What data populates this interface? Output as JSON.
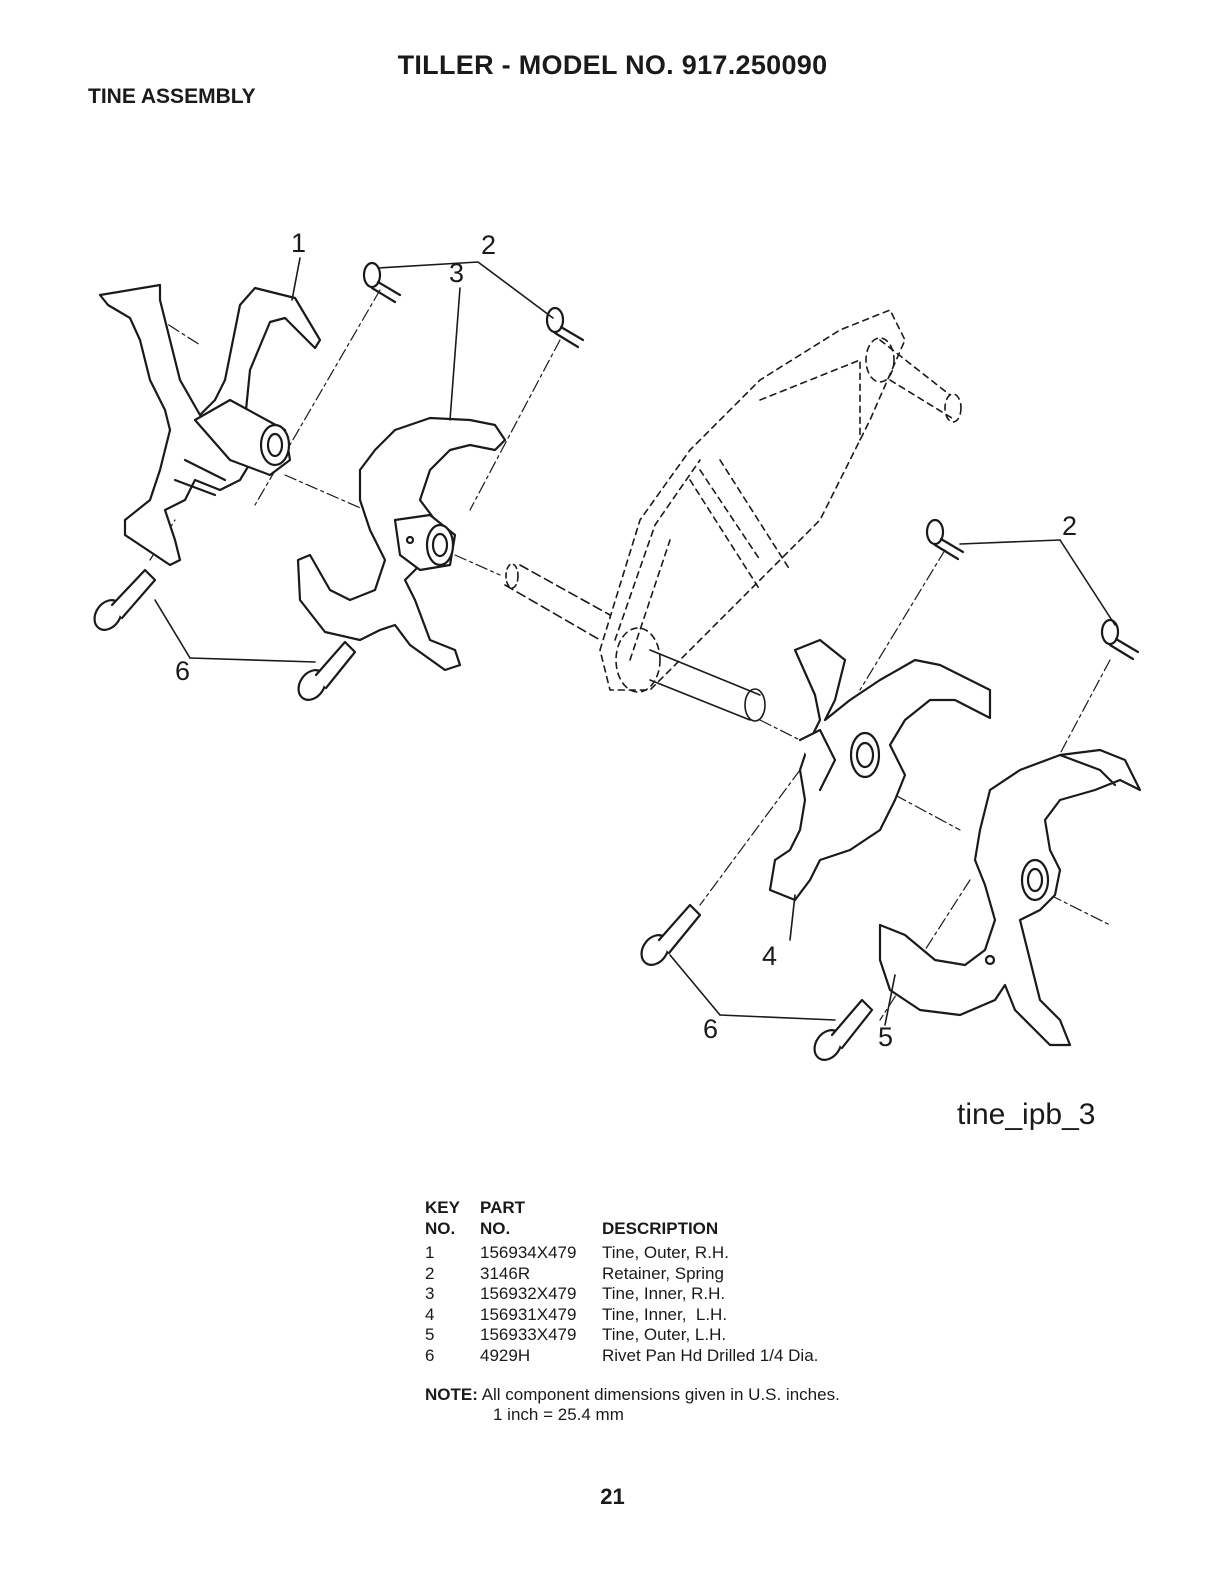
{
  "header": {
    "title": "TILLER - MODEL NO. 917.250090",
    "section": "TINE ASSEMBLY"
  },
  "diagram": {
    "figure_id": "tine_ipb_3",
    "callouts": {
      "c1": "1",
      "c2a": "2",
      "c2b": "2",
      "c3": "3",
      "c4": "4",
      "c5": "5",
      "c6a": "6",
      "c6b": "6"
    }
  },
  "parts_list": {
    "headers": {
      "key_top": "KEY",
      "part_top": "PART",
      "key_bottom": "NO.",
      "part_bottom": "NO.",
      "description": "DESCRIPTION"
    },
    "rows": [
      {
        "key": "1",
        "part": "156934X479",
        "description": "Tine, Outer, R.H."
      },
      {
        "key": "2",
        "part": "3146R",
        "description": "Retainer, Spring"
      },
      {
        "key": "3",
        "part": "156932X479",
        "description": "Tine, Inner, R.H."
      },
      {
        "key": "4",
        "part": "156931X479",
        "description": "Tine, Inner,  L.H."
      },
      {
        "key": "5",
        "part": "156933X479",
        "description": "Tine, Outer, L.H."
      },
      {
        "key": "6",
        "part": "4929H",
        "description": "Rivet Pan Hd Drilled 1/4 Dia."
      }
    ]
  },
  "note": {
    "label": "NOTE:",
    "line1": "All component dimensions given in U.S. inches.",
    "line2": "1 inch = 25.4 mm"
  },
  "page_number": "21"
}
